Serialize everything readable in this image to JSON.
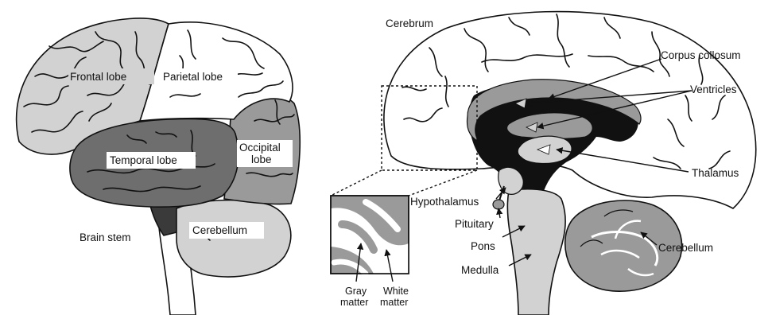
{
  "lateral_view": {
    "frontal_lobe": "Frontal lobe",
    "parietal_lobe": "Parietal lobe",
    "temporal_lobe": "Temporal lobe",
    "occipital_lobe_line1": "Occipital",
    "occipital_lobe_line2": "lobe",
    "cerebellum": "Cerebellum",
    "brain_stem": "Brain stem"
  },
  "sagittal_view": {
    "cerebrum": "Cerebrum",
    "corpus_collosum": "Corpus collosum",
    "ventricles": "Ventricles",
    "thalamus": "Thalamus",
    "hypothalamus": "Hypothalamus",
    "pituitary": "Pituitary",
    "pons": "Pons",
    "medulla": "Medulla",
    "cerebellum": "Cerebellum"
  },
  "inset": {
    "gray_matter_line1": "Gray",
    "gray_matter_line2": "matter",
    "white_matter_line1": "White",
    "white_matter_line2": "matter"
  },
  "colors": {
    "outline": "#111111",
    "light_gray": "#d2d2d2",
    "mid_gray": "#9a9a9a",
    "dark_gray": "#6e6e6e",
    "darkest": "#3a3a3a",
    "white": "#ffffff"
  }
}
